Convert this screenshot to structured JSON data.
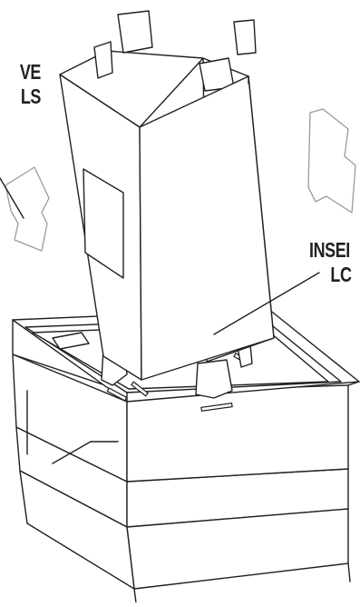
{
  "callouts": {
    "left_text": [
      "VE",
      "LS"
    ],
    "right_text": [
      "INSEI",
      "LC"
    ]
  }
}
